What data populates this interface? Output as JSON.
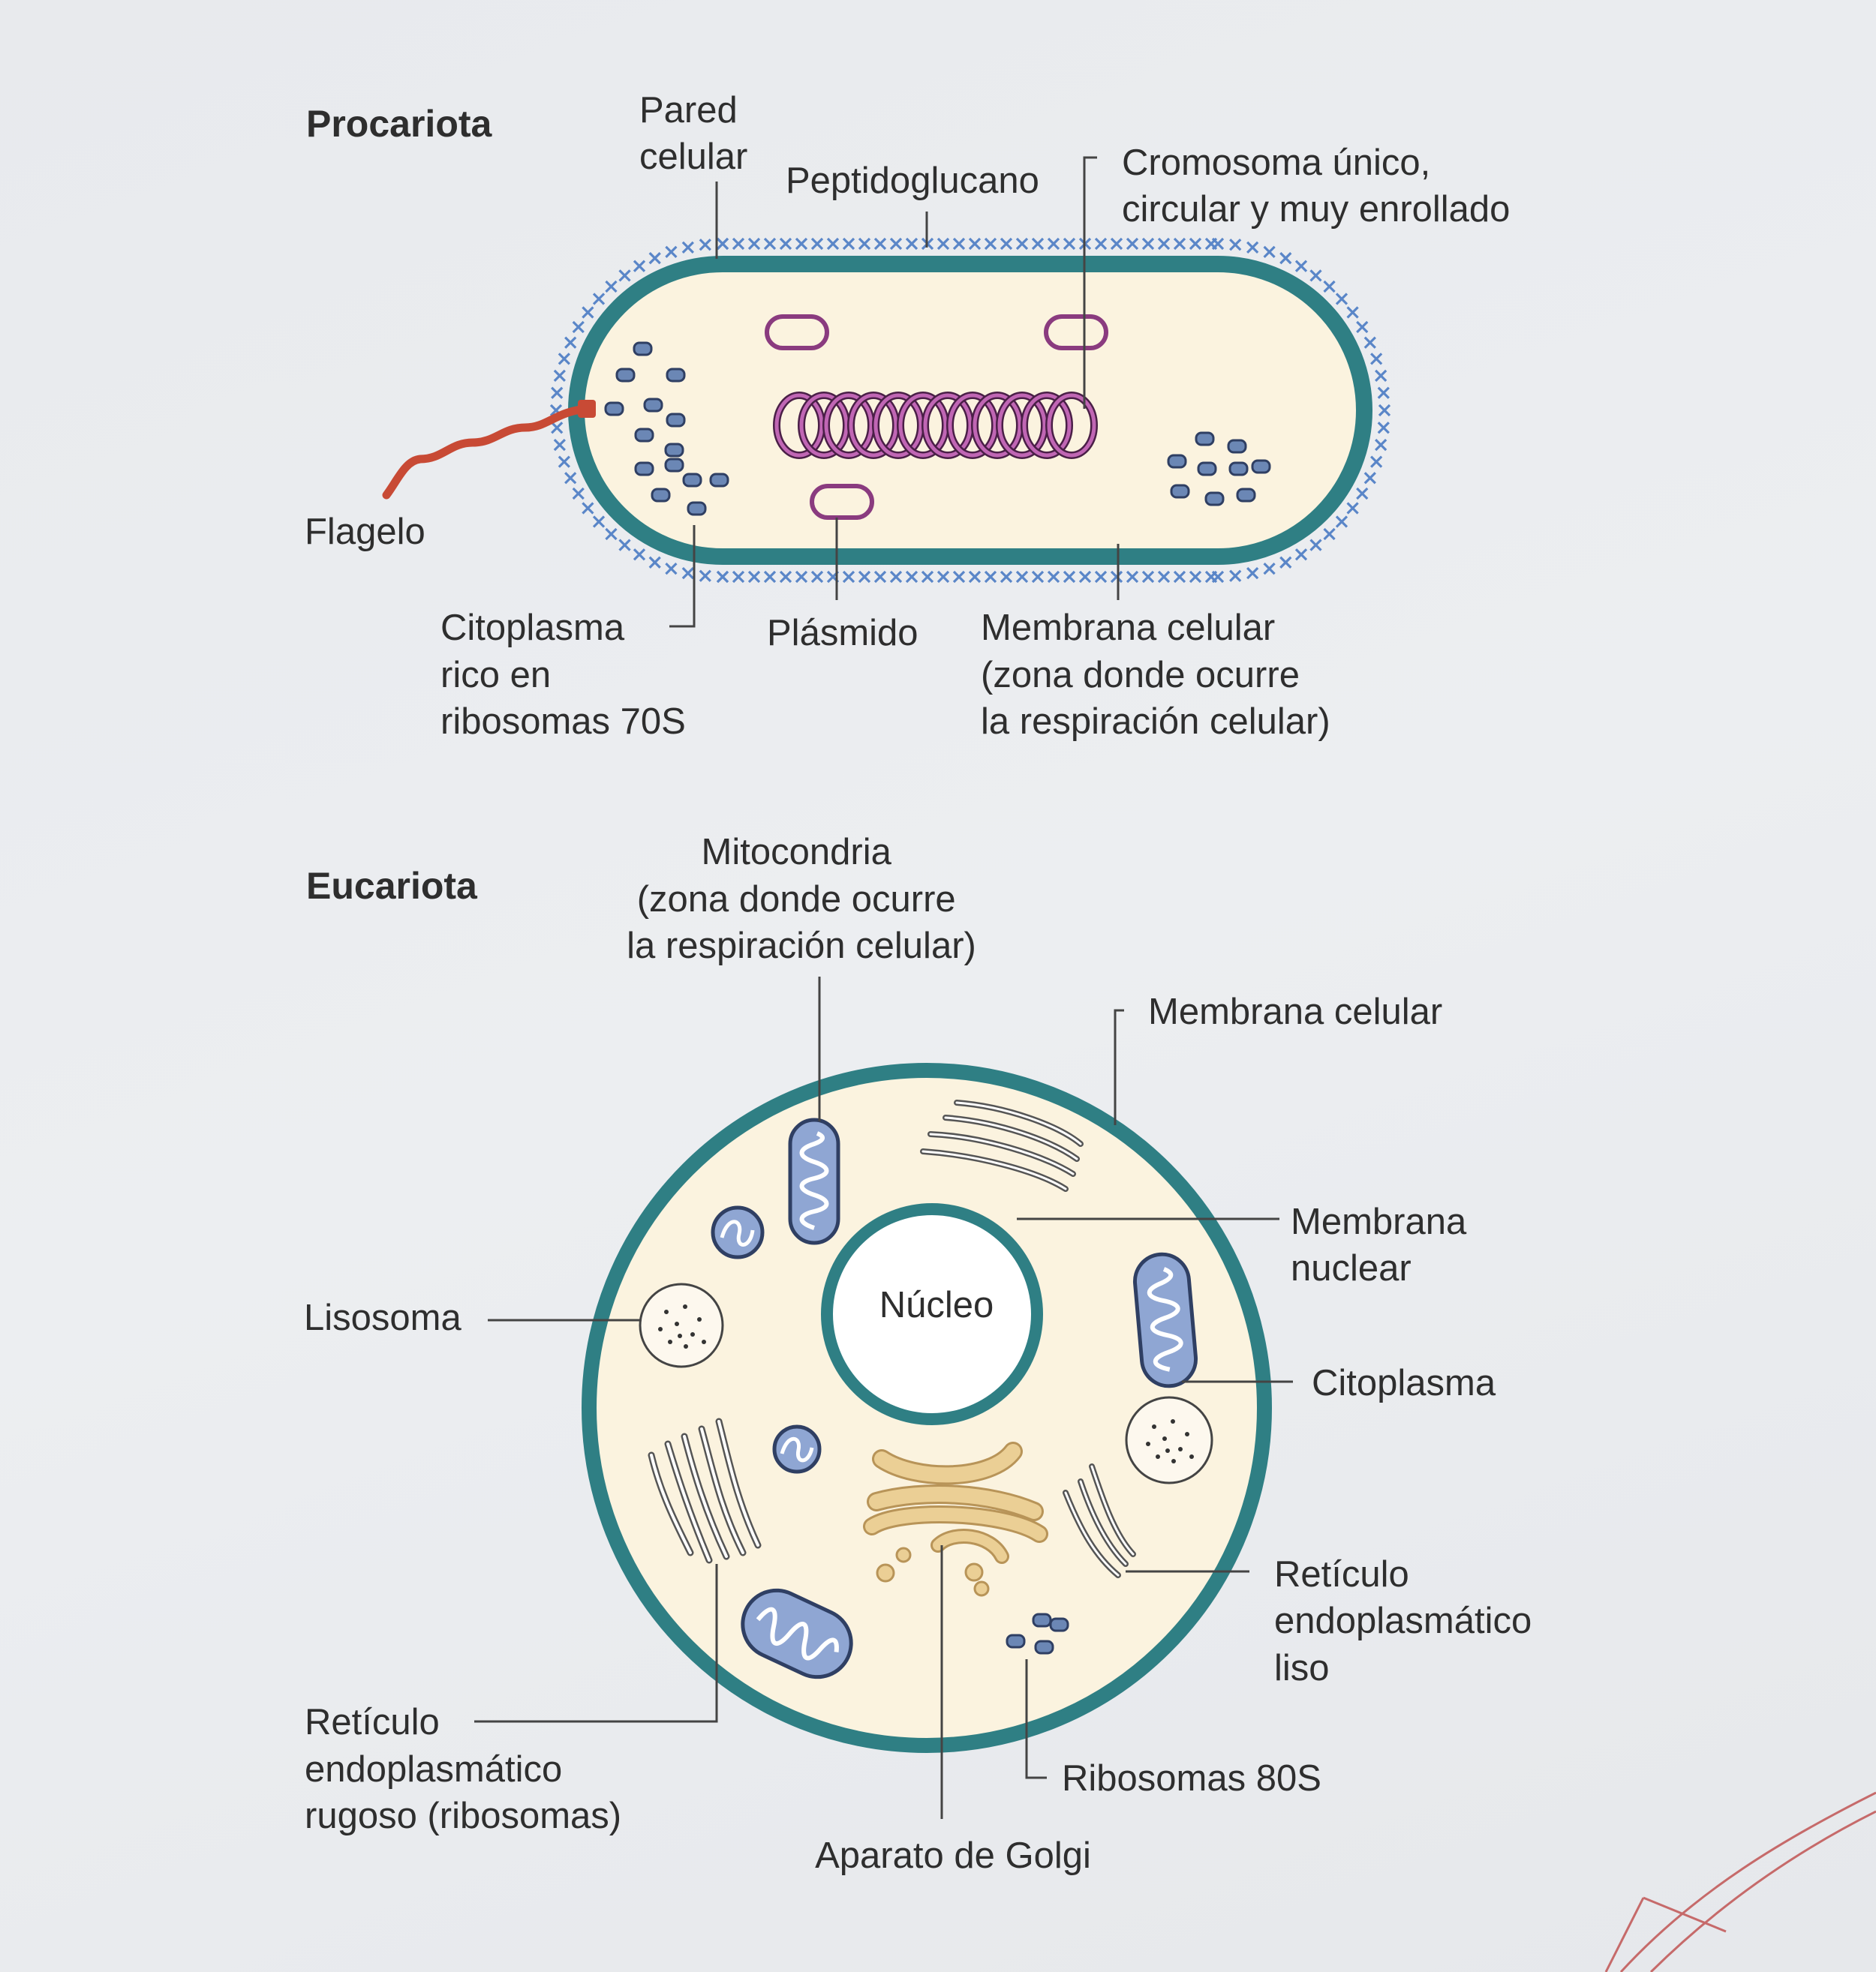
{
  "prokaryote": {
    "title": "Procariota",
    "labels": {
      "cell_wall": [
        "Pared",
        "celular"
      ],
      "peptidoglycan": "Peptidoglucano",
      "chromosome": [
        "Cromosoma único,",
        "circular y muy enrollado"
      ],
      "flagellum": "Flagelo",
      "cytoplasm": [
        "Citoplasma",
        "rico en",
        "ribosomas 70S"
      ],
      "plasmid": "Plásmido",
      "cell_membrane": [
        "Membrana celular",
        "(zona donde ocurre",
        "la respiración celular)"
      ]
    }
  },
  "eukaryote": {
    "title": "Eucariota",
    "labels": {
      "mitochondria": [
        "Mitocondria",
        "(zona donde ocurre",
        "la respiración celular)"
      ],
      "cell_membrane": "Membrana celular",
      "nuclear_membrane": [
        "Membrana",
        "nuclear"
      ],
      "nucleus": "Núcleo",
      "lysosome": "Lisosoma",
      "cytoplasm": "Citoplasma",
      "smooth_er": [
        "Retículo",
        "endoplasmático",
        "liso"
      ],
      "rough_er": [
        "Retículo",
        "endoplasmático",
        "rugoso (ribosomas)"
      ],
      "ribosomes": "Ribosomas 80S",
      "golgi": "Aparato de Golgi"
    }
  },
  "colors": {
    "cell_fill": "#fbf3df",
    "membrane": "#2f7f84",
    "peptidoglycan": "#5a86c8",
    "flagellum": "#c84a35",
    "plasmid": "#8a3b7f",
    "ribosome": "#6b87b5",
    "mitochondrion": "#8fa6d3",
    "golgi": "#e8c98a"
  }
}
